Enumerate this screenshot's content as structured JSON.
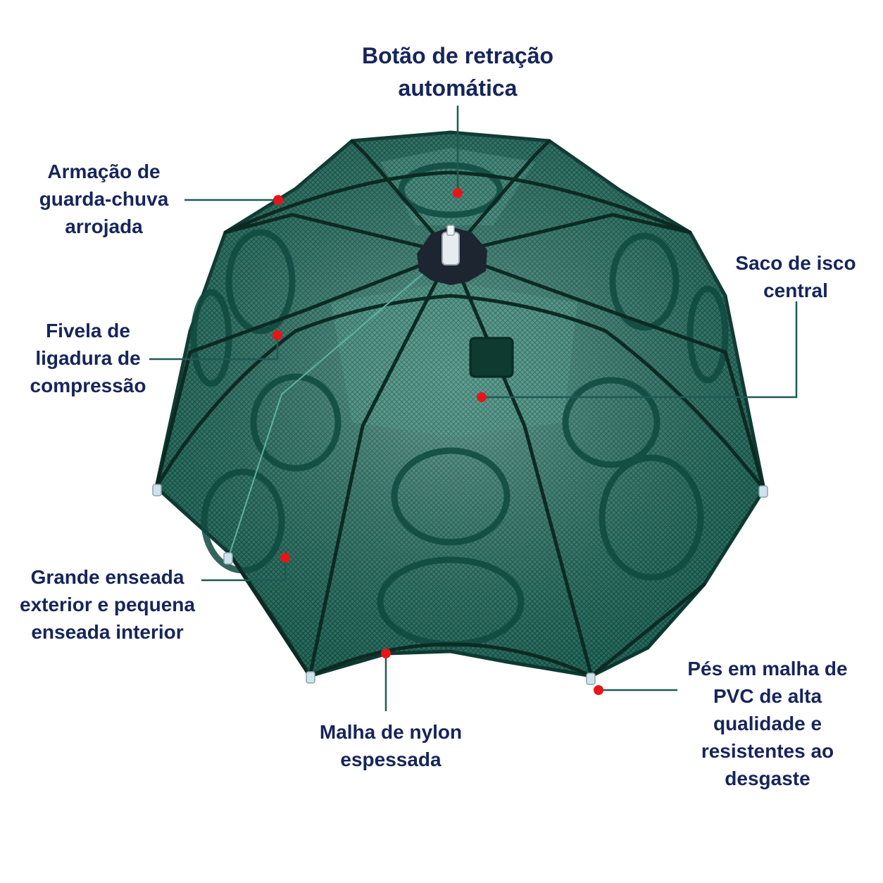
{
  "colors": {
    "label_text": "#16255a",
    "leader_line": "#1f5a55",
    "marker_dot": "#e8141a",
    "mesh_green": "#1f6b5c",
    "mesh_dark": "#0f4a3f",
    "frame_rib": "#0d2a22",
    "hub": "#1c2530"
  },
  "callouts": [
    {
      "id": "retraction-button",
      "lines": [
        "Botão de retração",
        "automática"
      ]
    },
    {
      "id": "umbrella-frame",
      "lines": [
        "Armação de",
        "guarda-chuva",
        "arrojada"
      ]
    },
    {
      "id": "bait-bag",
      "lines": [
        "Saco de isco",
        "central"
      ]
    },
    {
      "id": "compression-buckle",
      "lines": [
        "Fivela de",
        "ligadura de",
        "compressão"
      ]
    },
    {
      "id": "inlets",
      "lines": [
        "Grande enseada",
        "exterior e pequena",
        "enseada interior"
      ]
    },
    {
      "id": "nylon-mesh",
      "lines": [
        "Malha de nylon",
        "espessada"
      ]
    },
    {
      "id": "pvc-feet",
      "lines": [
        "Pés em malha de",
        "PVC de alta",
        "qualidade e",
        "resistentes ao",
        "desgaste"
      ]
    }
  ]
}
